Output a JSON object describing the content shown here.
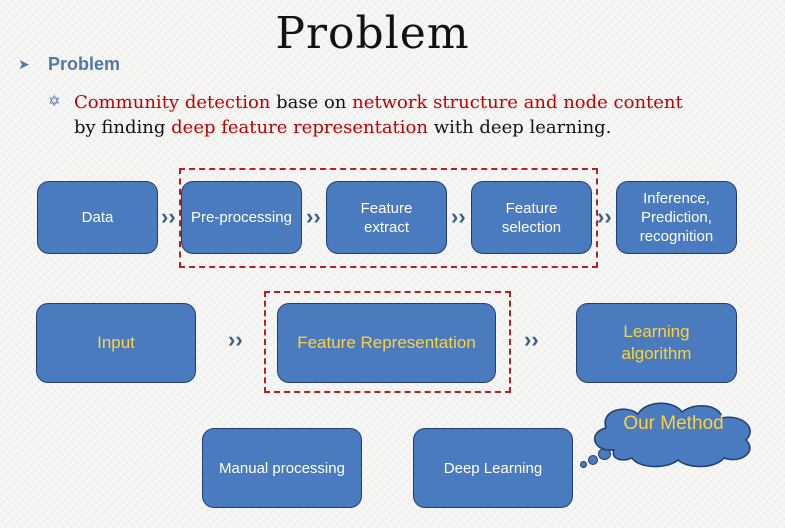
{
  "slide": {
    "title": "Problem",
    "bullet_heading": "Problem",
    "statement": {
      "p1": "Community detection",
      "p2": " base on ",
      "p3": "network structure and node content",
      "p4": "by finding ",
      "p5": "deep feature representation",
      "p6": " with deep learning."
    }
  },
  "pipeline": {
    "data": "Data",
    "preprocessing": "Pre-processing",
    "feature_extract": "Feature\nextract",
    "feature_selection": "Feature\nselection",
    "inference": "Inference,\nPrediction,\nrecognition"
  },
  "framework": {
    "input": "Input",
    "feature_representation": "Feature Representation",
    "learning_algorithm": "Learning\nalgorithm",
    "manual_processing": "Manual processing",
    "deep_learning": "Deep Learning",
    "our_method": "Our Method"
  },
  "colors": {
    "box_fill": "#4a7bbf",
    "box_border": "#1f3f73",
    "highlight_red": "#c00000",
    "gold_text": "#ffd23c",
    "heading_blue": "#5577a8"
  }
}
